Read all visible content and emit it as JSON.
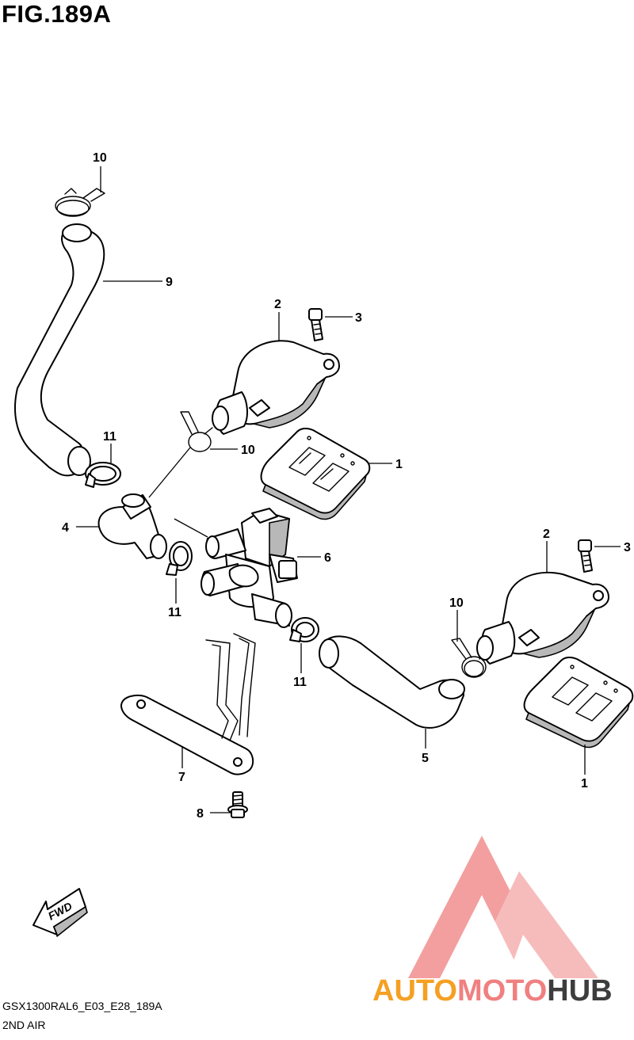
{
  "header": {
    "figure_title": "FIG.189A"
  },
  "footer": {
    "diagram_code": "GSX1300RAL6_E03_E28_189A",
    "diagram_name": "2ND AIR"
  },
  "callouts": [
    "10",
    "9",
    "2",
    "3",
    "11",
    "10",
    "1",
    "4",
    "6",
    "11",
    "2",
    "3",
    "10",
    "11",
    "1",
    "7",
    "5",
    "8"
  ],
  "direction_arrow": {
    "label": "FWD"
  },
  "watermark": {
    "brand_part1": "AUTO",
    "brand_part2": "MOTO",
    "brand_part3": "HUB",
    "color_primary": "#f5a023",
    "color_secondary": "#f08080",
    "color_dark": "#3d3d3d"
  }
}
